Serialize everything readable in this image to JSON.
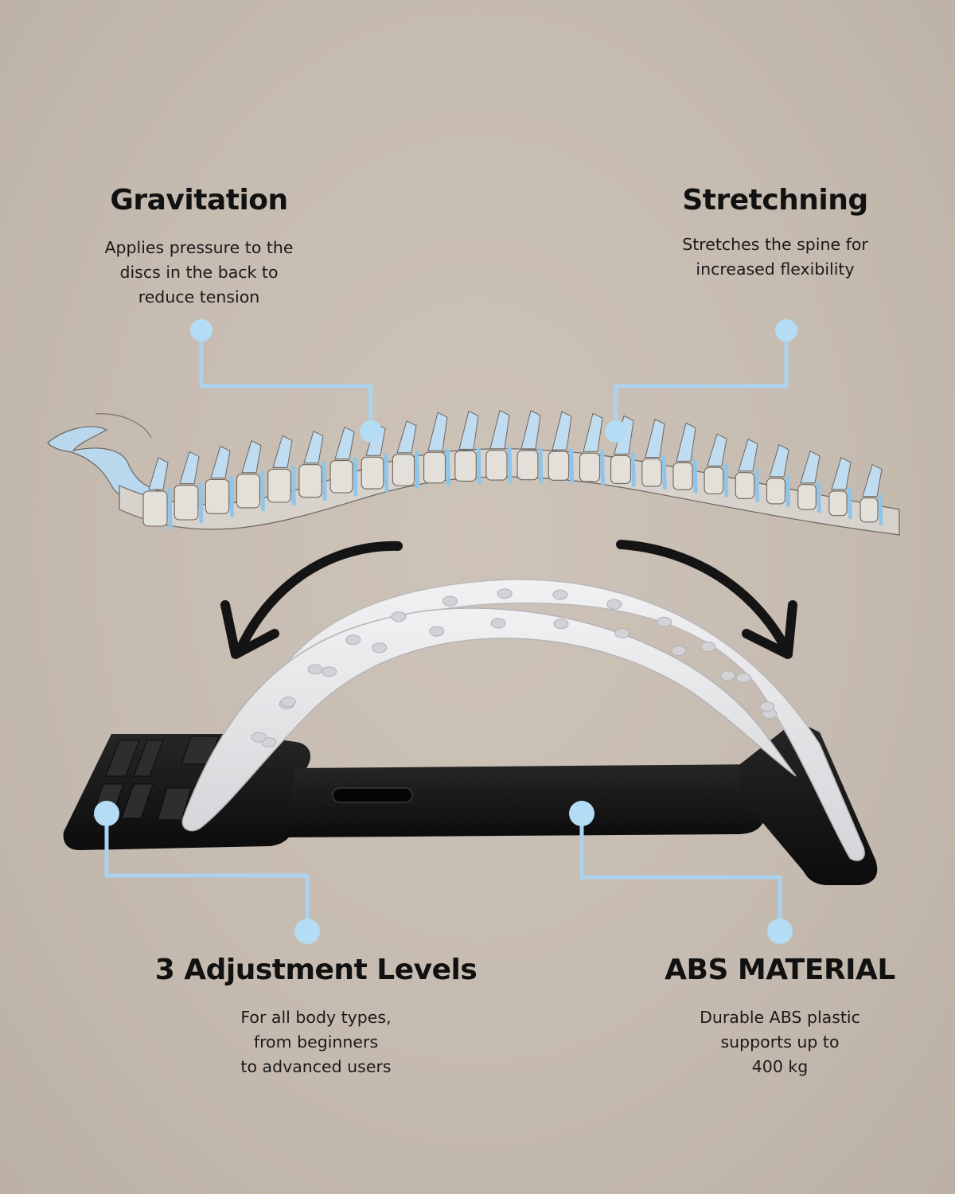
{
  "colors": {
    "background": "#c6bbb0",
    "accent_light_blue": "#a9d3ef",
    "callout_blue": "#b4dcf4",
    "text": "#111111",
    "device_white": "#e9e9eb",
    "device_black": "#141414"
  },
  "features": {
    "gravitation": {
      "title": "Gravitation",
      "desc": [
        "Applies pressure to the",
        "discs in the back to",
        "reduce tension"
      ]
    },
    "stretching": {
      "title": "Stretchning",
      "desc": [
        "Stretches the spine for",
        "increased flexibility"
      ]
    },
    "adjustment": {
      "title": "3 Adjustment Levels",
      "desc": [
        "For all body types,",
        "from beginners",
        "to advanced users"
      ]
    },
    "material": {
      "title": "ABS MATERIAL",
      "desc": [
        "Durable ABS plastic",
        "supports up to",
        "400 kg"
      ]
    }
  },
  "icons": {
    "arrow_left": "curved-arrow-left-icon",
    "arrow_right": "curved-arrow-right-icon",
    "callout_dot": "callout-dot-icon"
  }
}
